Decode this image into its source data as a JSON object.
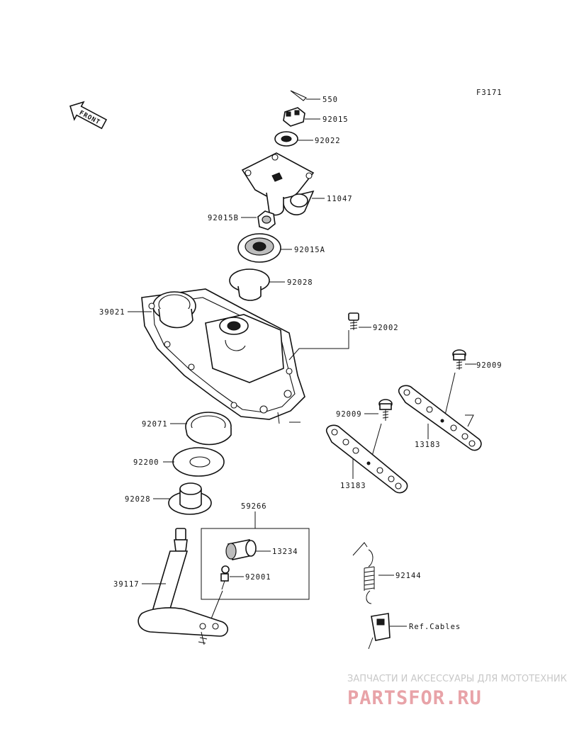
{
  "diagram_code": "F3171",
  "front_arrow": "FRONT",
  "labels": {
    "p550": "550",
    "p92015": "92015",
    "p92022": "92022",
    "p11047": "11047",
    "p92015b": "92015B",
    "p92015a": "92015A",
    "p92028_top": "92028",
    "p39021": "39021",
    "p92002": "92002",
    "p92009_right": "92009",
    "p92009_mid": "92009",
    "p13183_right": "13183",
    "p13183_left": "13183",
    "p92071": "92071",
    "p92200": "92200",
    "p92028_bottom": "92028",
    "p59266": "59266",
    "p13234": "13234",
    "p92001": "92001",
    "p39117": "39117",
    "p92144": "92144",
    "ref_cables": "Ref.Cables"
  },
  "watermark": {
    "tagline": "ЗАПЧАСТИ И АКСЕССУАРЫ ДЛЯ МОТОТЕХНИКИ",
    "logo": "PARTSFOR.RU",
    "color": "#e8a3a8"
  }
}
